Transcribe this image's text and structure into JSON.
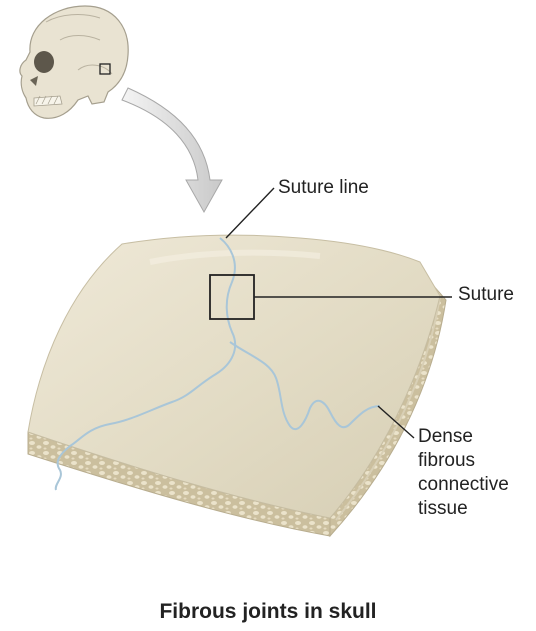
{
  "labels": {
    "suture_line": "Suture line",
    "suture": "Suture",
    "dense_lines": [
      "Dense",
      "fibrous",
      "connective",
      "tissue"
    ]
  },
  "caption": "Fibrous joints in skull",
  "colors": {
    "bone_surface": "#e3dcc6",
    "bone_edge": "#d4cbb2",
    "spongy_bone": "#cfc4a6",
    "suture_line": "#a9c6d8",
    "arrow_fill": "#d8d8d8",
    "leader_line": "#222222"
  },
  "icons": {
    "skull": "skull-illustration",
    "arrow": "curved-arrow"
  }
}
